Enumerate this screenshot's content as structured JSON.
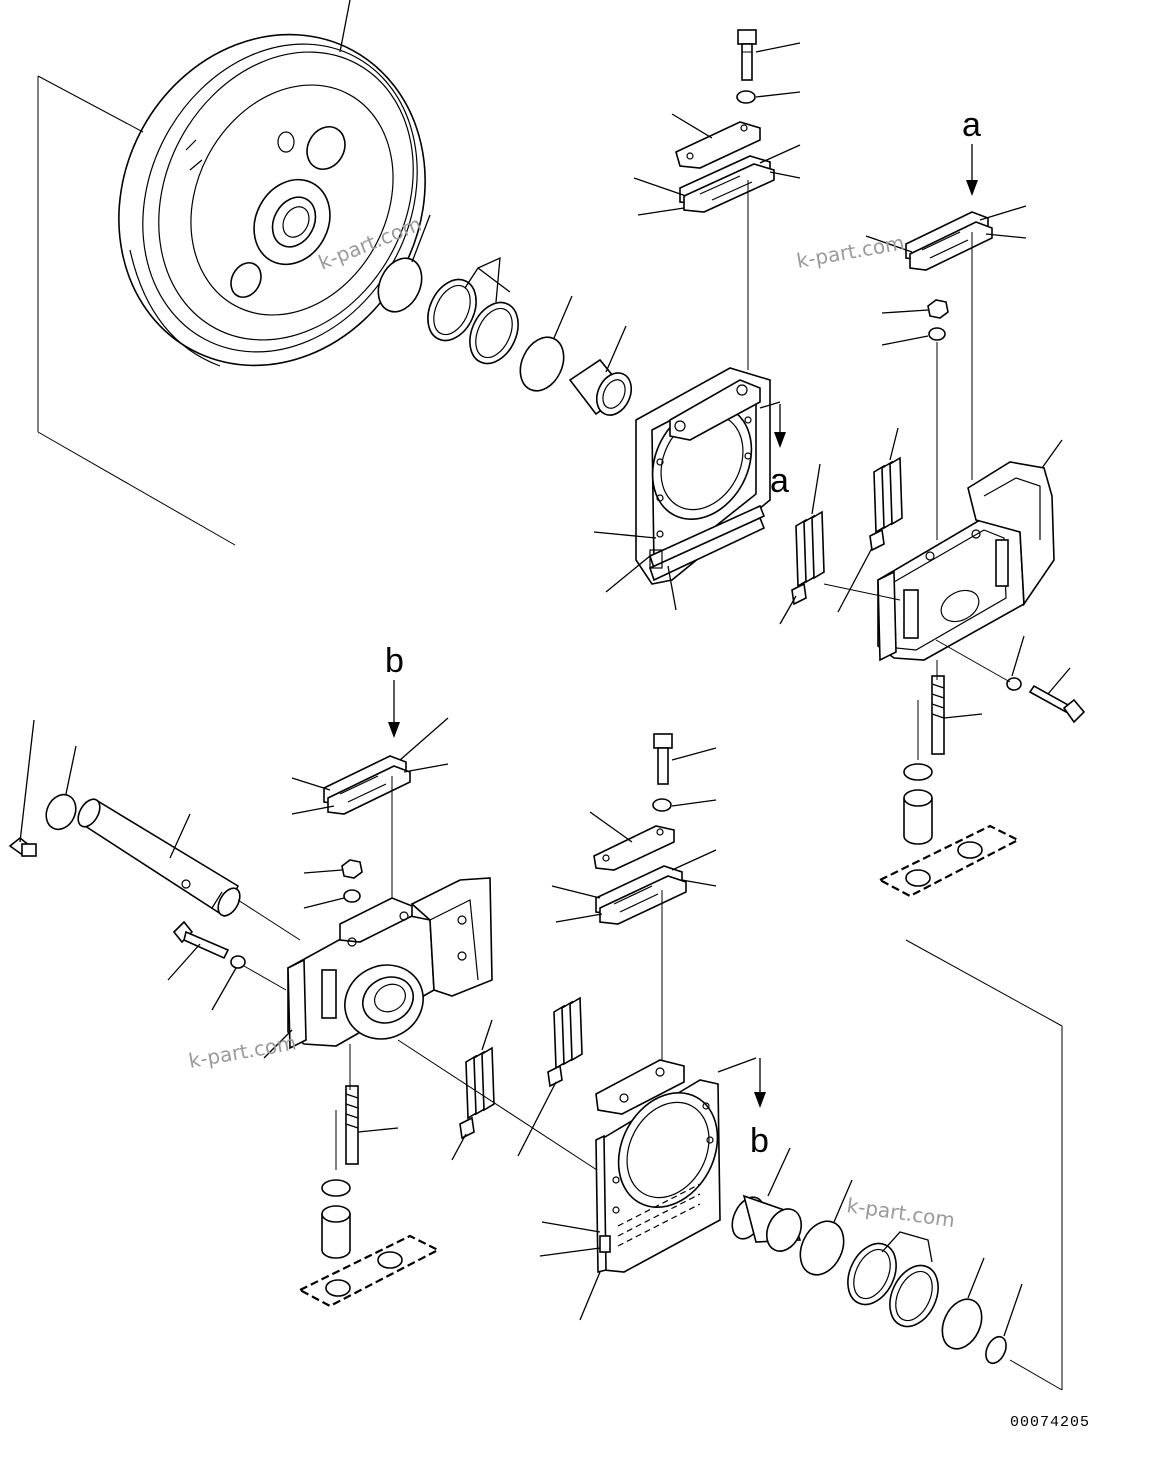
{
  "diagram": {
    "drawing_number": "00074205",
    "watermark": "k-part.com",
    "ref_markers": {
      "a": "a",
      "b": "b"
    }
  }
}
